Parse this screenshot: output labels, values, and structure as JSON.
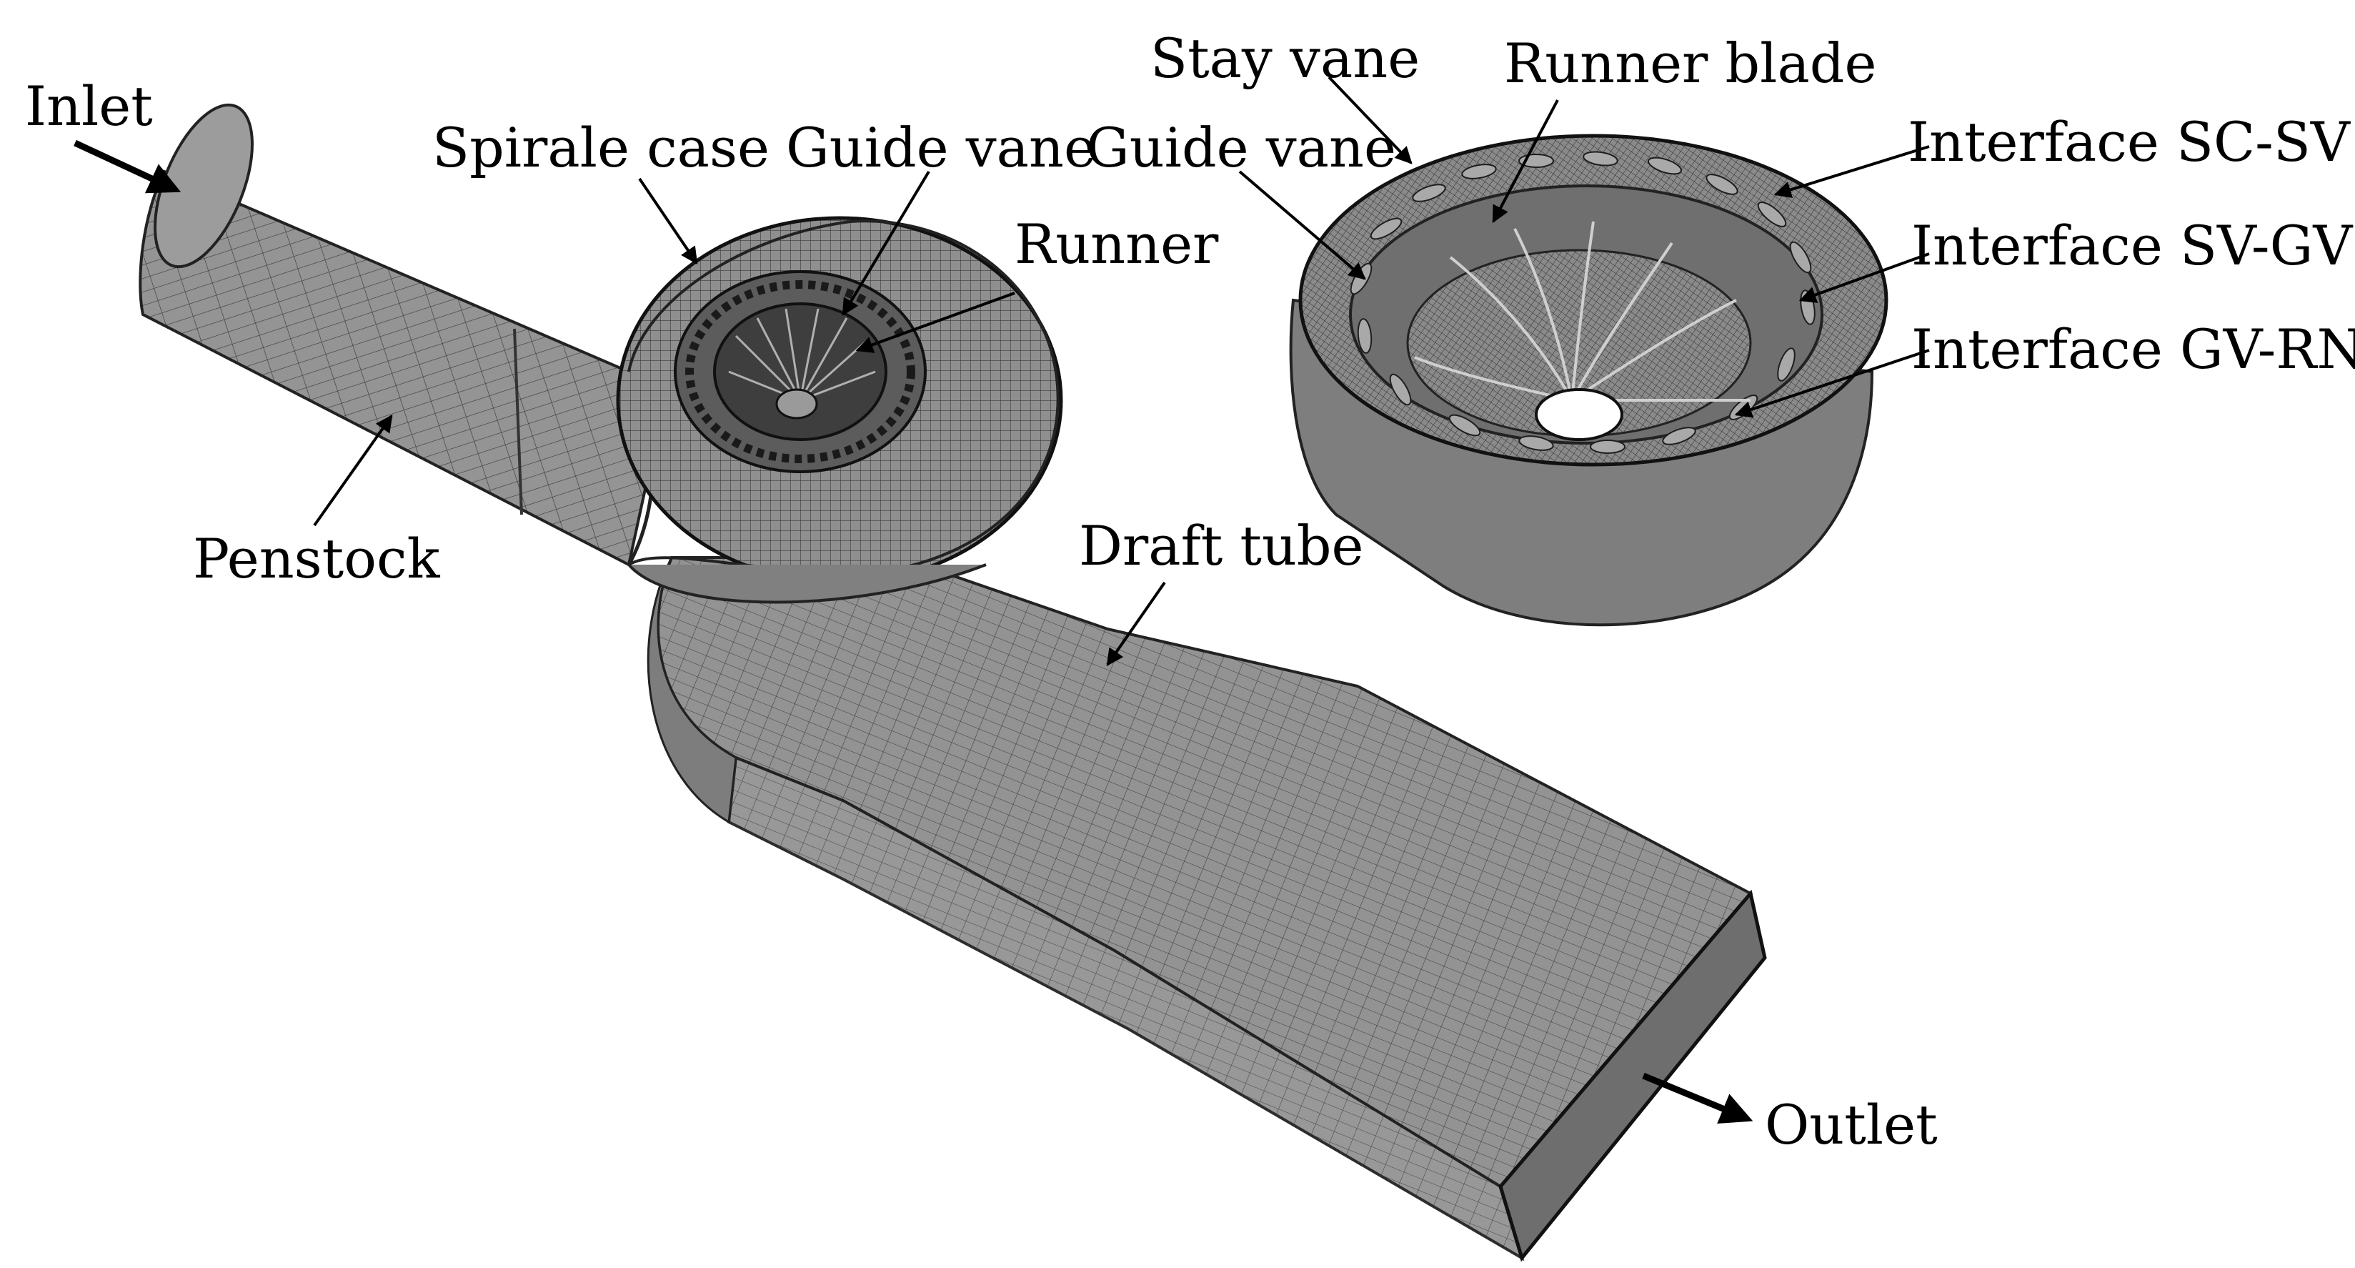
{
  "labels": {
    "inlet": "Inlet",
    "penstock": "Penstock",
    "spirale_case": "Spirale case",
    "guide_vane_left": "Guide vane",
    "runner": "Runner",
    "draft_tube": "Draft tube",
    "outlet": "Outlet",
    "stay_vane": "Stay vane",
    "guide_vane_right": "Guide vane",
    "runner_blade": "Runner blade",
    "interface_sc_sv": "Interface SC-SV",
    "interface_sv_gv": "Interface SV-GV",
    "interface_gv_rn": "Interface GV-RN"
  },
  "colors": {
    "mesh_fill": "#8f8f8f",
    "mesh_light": "#a8a8a8",
    "mesh_dark": "#5a5a5a",
    "mesh_line": "#2c2c2c",
    "text": "#000000"
  }
}
